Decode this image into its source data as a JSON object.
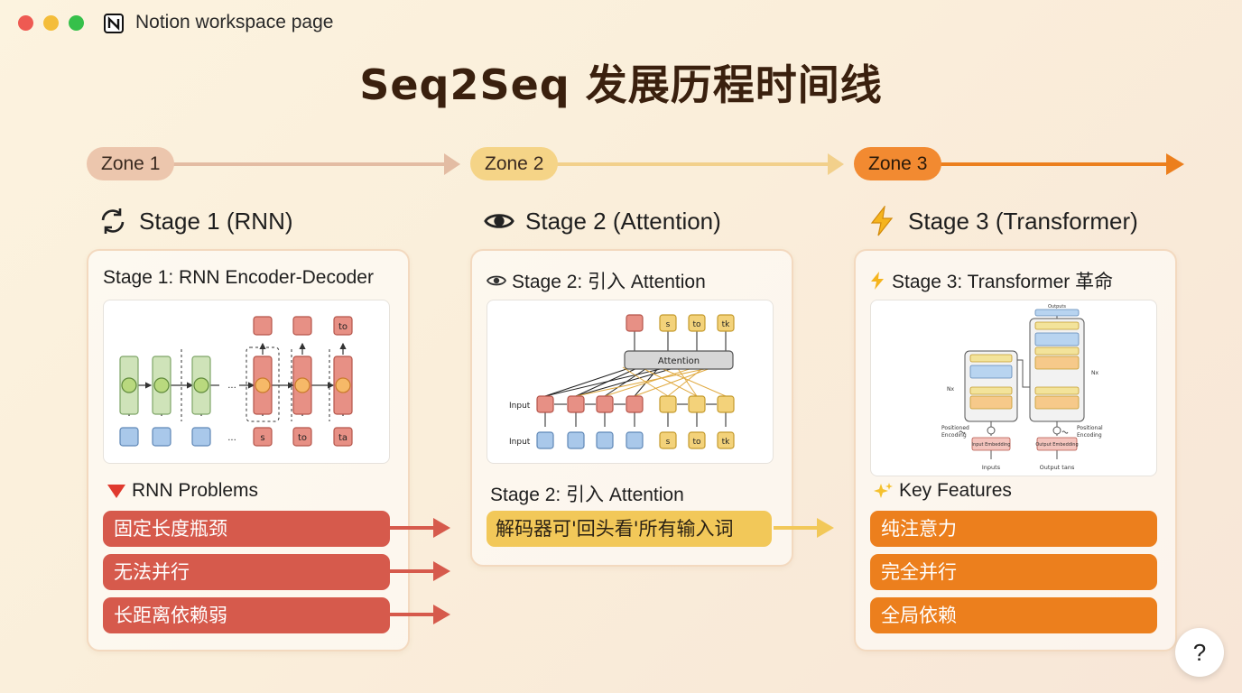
{
  "window": {
    "title": "Notion workspace page",
    "icon": "notion-logo"
  },
  "page": {
    "title": "Seq2Seq 发展历程时间线"
  },
  "zones": [
    {
      "label": "Zone 1",
      "color": "#e7b99c"
    },
    {
      "label": "Zone 2",
      "color": "#f2cf7f"
    },
    {
      "label": "Zone 3",
      "color": "#ee8a2e"
    }
  ],
  "stages": [
    {
      "heading": "Stage 1 (RNN)",
      "icon": "refresh-icon",
      "card_title": "Stage 1: RNN Encoder-Decoder",
      "diagram": {
        "decoder_labels": [
          "to",
          "s",
          "to",
          "ta"
        ],
        "ellipsis": "..."
      },
      "section_title": "RNN Problems",
      "section_icon": "red-triangle-icon",
      "items": [
        "固定长度瓶颈",
        "无法并行",
        "长距离依赖弱"
      ]
    },
    {
      "heading": "Stage 2 (Attention)",
      "icon": "eye-icon",
      "card_title": "Stage 2: 引入 Attention",
      "diagram": {
        "attention_label": "Attention",
        "input_label": "Input",
        "top_labels": [
          "s",
          "to",
          "tk"
        ],
        "bottom_labels": [
          "s",
          "to",
          "tk"
        ]
      },
      "section_title": "Stage 2: 引入 Attention",
      "items": [
        "解码器可'回头看'所有输入词"
      ]
    },
    {
      "heading": "Stage 3 (Transformer)",
      "icon": "lightning-icon",
      "card_title": "Stage 3: Transformer 革命",
      "diagram": {
        "nx_left": "Nx",
        "nx_right": "Nx",
        "pos_enc_left": [
          "Positioned",
          "Encoding"
        ],
        "pos_enc_right": [
          "Positional",
          "Encoding"
        ],
        "emb_left": "Input Embedding",
        "emb_right": "Output Embedding",
        "inputs": "Inputs",
        "outputs": "Output tans",
        "top_label": "Outputs"
      },
      "section_title": "Key Features",
      "section_icon": "sparkles-icon",
      "items": [
        "纯注意力",
        "完全并行",
        "全局依赖"
      ]
    }
  ],
  "help": {
    "label": "?"
  },
  "colors": {
    "red_chip": "#d65a4c",
    "orange_chip": "#ec7f1d",
    "yellow_chip": "#f2c859"
  }
}
